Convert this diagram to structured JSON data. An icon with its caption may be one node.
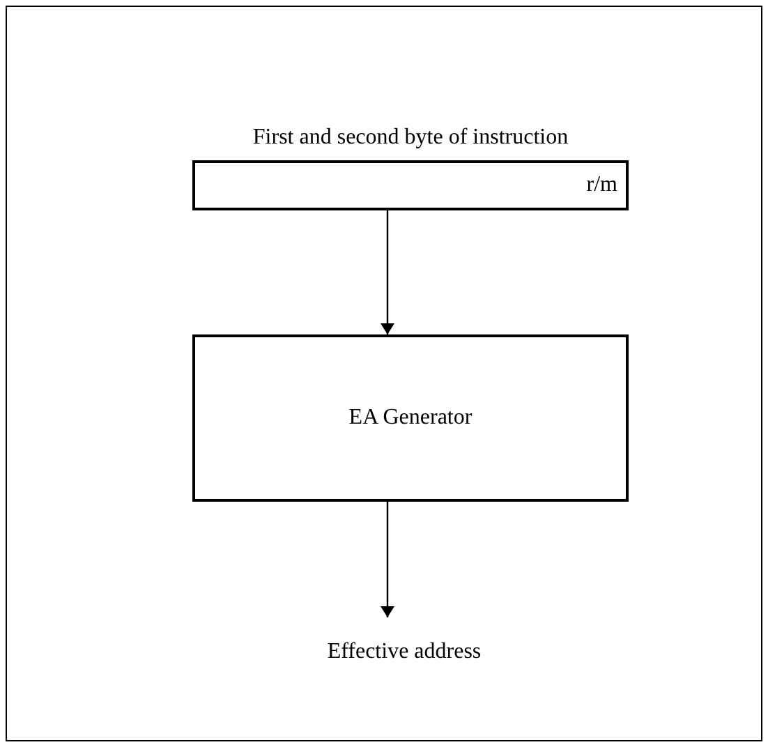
{
  "diagram": {
    "nodes": [
      {
        "text": [
          "First and second byte of instruction",
          "r/m"
        ]
      },
      {
        "text": [
          "EA Generator"
        ]
      },
      {
        "text": [
          "Effective address"
        ]
      }
    ],
    "edges": [
      {
        "from": 0,
        "to": 1,
        "arrow": "to"
      },
      {
        "from": 1,
        "to": 2,
        "arrow": "to"
      }
    ]
  }
}
